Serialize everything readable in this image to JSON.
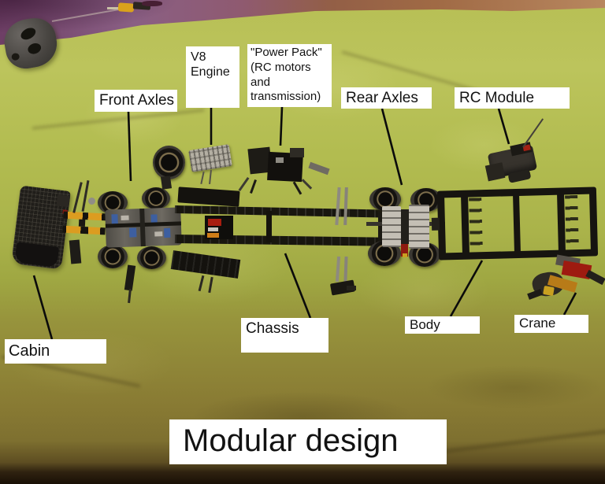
{
  "title": {
    "text": "Modular design"
  },
  "labels": {
    "cabin": "Cabin",
    "front_axles": "Front Axles",
    "v8_engine": {
      "lines": [
        "V8",
        "Engine"
      ]
    },
    "power_pack": {
      "lines": [
        "\"Power Pack\"",
        "(RC motors",
        "and",
        "transmission)"
      ]
    },
    "rear_axles": "Rear Axles",
    "rc_module": "RC Module",
    "chassis": "Chassis",
    "body": "Body",
    "crane": "Crane"
  },
  "colors": {
    "label_background": "#ffffff",
    "label_text": "#121212",
    "leader_line": "#0b0b0b",
    "cloth_green": "#b3bc51",
    "cloth_dark_olive": "#8e8136",
    "floor_purple": "#8a5f84",
    "floor_brown": "#a06a45",
    "lego_black": "#17150f",
    "accent_yellow": "#dc9c20",
    "accent_red": "#a81d10",
    "accent_orange": "#cf7d18",
    "accent_blue": "#3d5fa0",
    "engine_gray": "#b4afa3"
  }
}
